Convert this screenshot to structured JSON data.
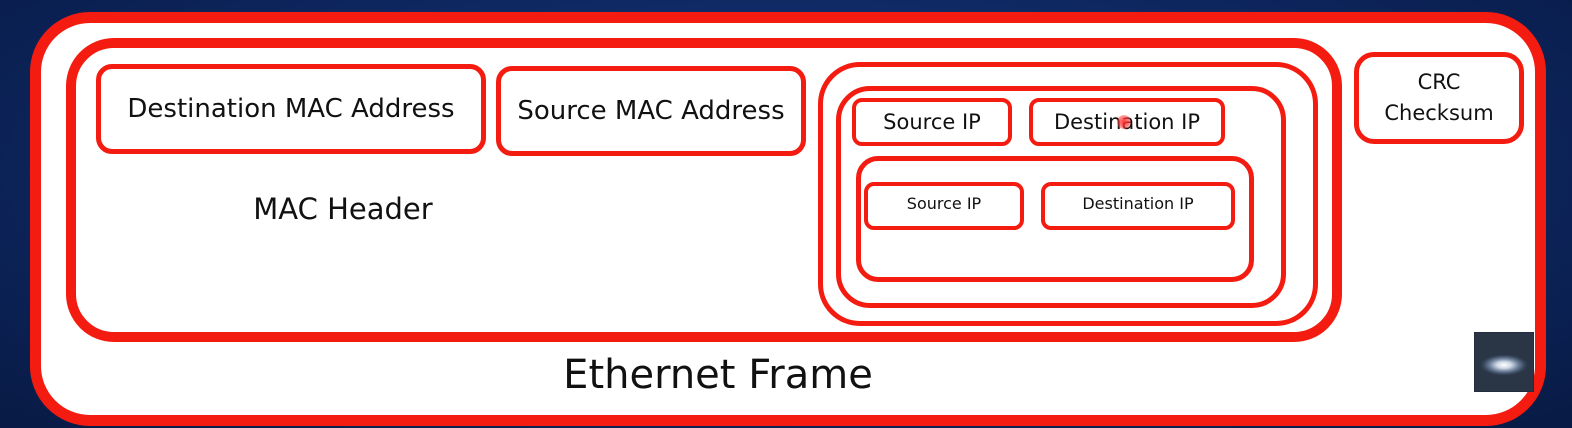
{
  "diagram": {
    "ethernet_frame_label": "Ethernet Frame",
    "mac_header_label": "MAC Header",
    "destination_mac": "Destination MAC Address",
    "source_mac": "Source MAC Address",
    "ip_source": "Source IP",
    "ip_destination": "Destination IP",
    "inner_source": "Source IP",
    "inner_destination": "Destination IP",
    "crc_line1": "CRC",
    "crc_line2": "Checksum"
  },
  "colors": {
    "border": "#f41c10",
    "box_fill": "#ffffff",
    "background": "#0f2a66"
  },
  "icons": {
    "cursor": "cursor-highlight-icon",
    "webcam": "galaxy-thumbnail-icon"
  }
}
